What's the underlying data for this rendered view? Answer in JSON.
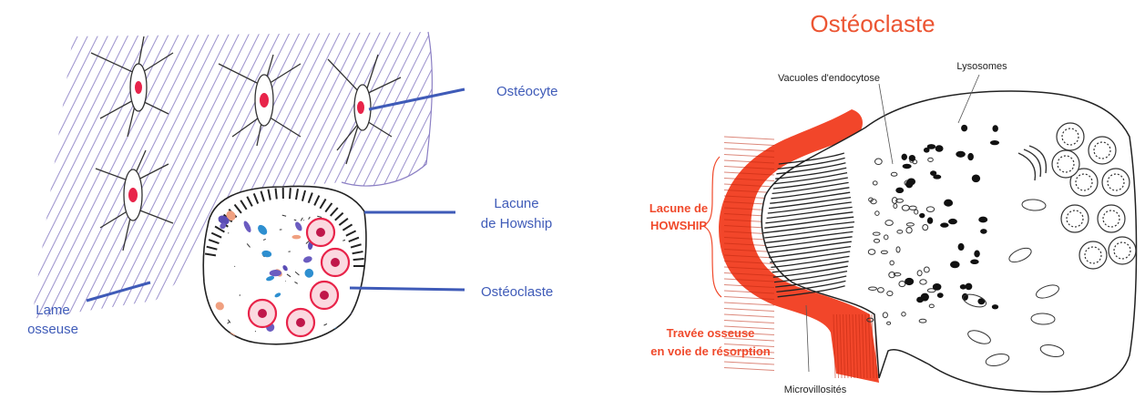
{
  "left_panel": {
    "labels": {
      "osteocyte": "Ostéocyte",
      "lacune_line1": "Lacune",
      "lacune_line2": "de Howship",
      "osteoclaste": "Ostéoclaste",
      "lame_line1": "Lame",
      "lame_line2": "osseuse"
    }
  },
  "right_panel": {
    "title": "Ostéoclaste",
    "labels": {
      "vacuoles": "Vacuoles d'endocytose",
      "lysosomes": "Lysosomes",
      "lacune_line1": "Lacune de",
      "lacune_line2": "HOWSHIP",
      "travee_line1": "Travée osseuse",
      "travee_line2": "en voie de résorption",
      "microvillosites": "Microvillosités"
    }
  },
  "colors": {
    "label_blue": "#3f5bb8",
    "label_red": "#f04a2c",
    "bone_red": "#f2462a",
    "hatch_purple": "#8b7fc4",
    "nucleus_red": "#e8244a"
  }
}
